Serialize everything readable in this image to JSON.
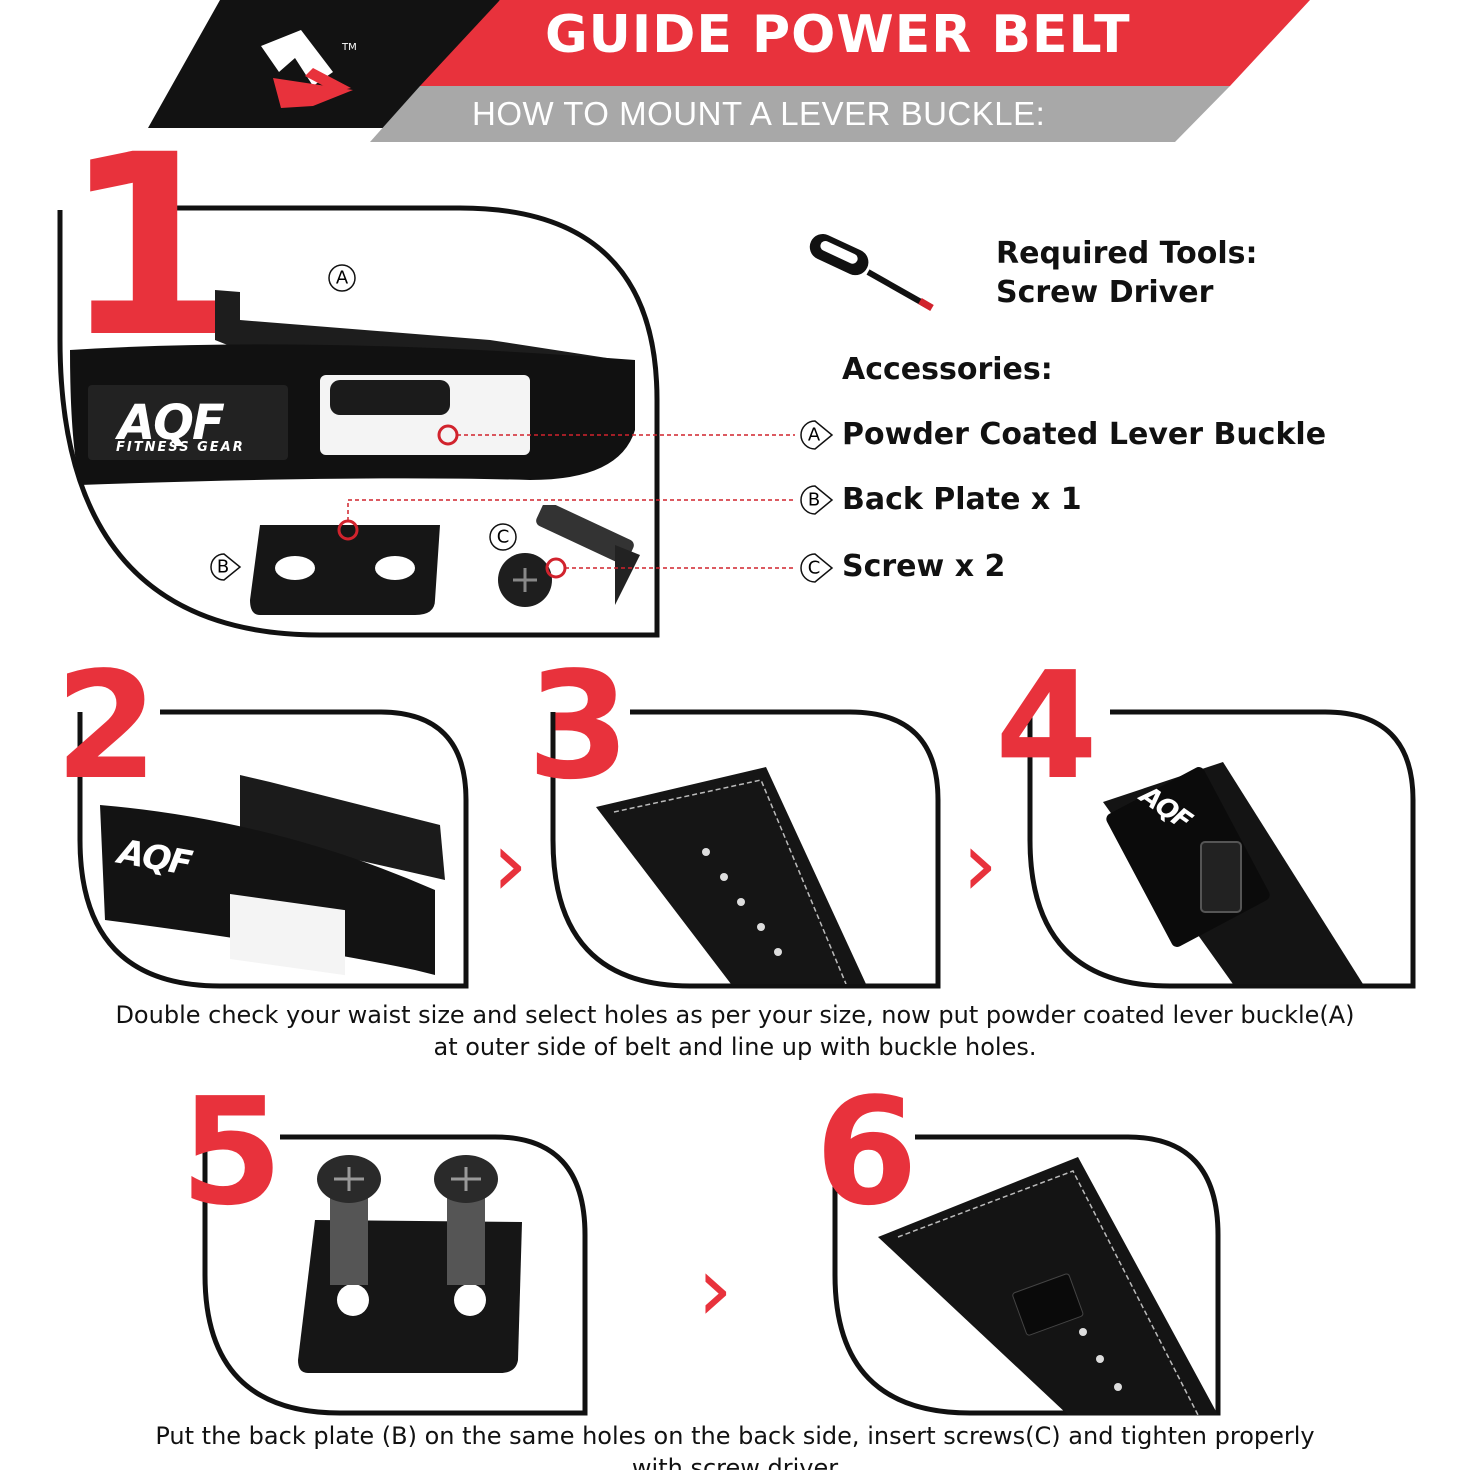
{
  "header": {
    "title": "GUIDE POWER BELT",
    "subtitle": "HOW TO MOUNT A  LEVER BUCKLE:",
    "logo_mark": "TM",
    "colors": {
      "red": "#e8323c",
      "black": "#121212",
      "gray": "#a8a8a8"
    }
  },
  "steps": {
    "s1": "1",
    "s2": "2",
    "s3": "3",
    "s4": "4",
    "s5": "5",
    "s6": "6"
  },
  "product": {
    "brand": "AQF",
    "brand_sub": "FITNESS GEAR"
  },
  "tools": {
    "label_line1": "Required Tools:",
    "label_line2": "Screw Driver",
    "icon": "screwdriver-icon"
  },
  "accessories": {
    "heading": "Accessories:",
    "items": [
      {
        "tag": "A",
        "label": "Powder Coated Lever Buckle"
      },
      {
        "tag": "B",
        "label": "Back Plate x 1"
      },
      {
        "tag": "C",
        "label": "Screw x 2"
      }
    ]
  },
  "callouts": {
    "a": "A",
    "b": "B",
    "c": "C"
  },
  "captions": {
    "step234_line1": "Double check your waist size and select holes as per your size, now put powder coated lever buckle(A)",
    "step234_line2": "at outer side of belt and line up with buckle holes.",
    "step56_line1": "Put the back plate (B) on the same holes on the back side, insert screws(C) and tighten properly",
    "step56_line2": "with screw driver"
  },
  "arrows": {
    "glyph": "›"
  }
}
